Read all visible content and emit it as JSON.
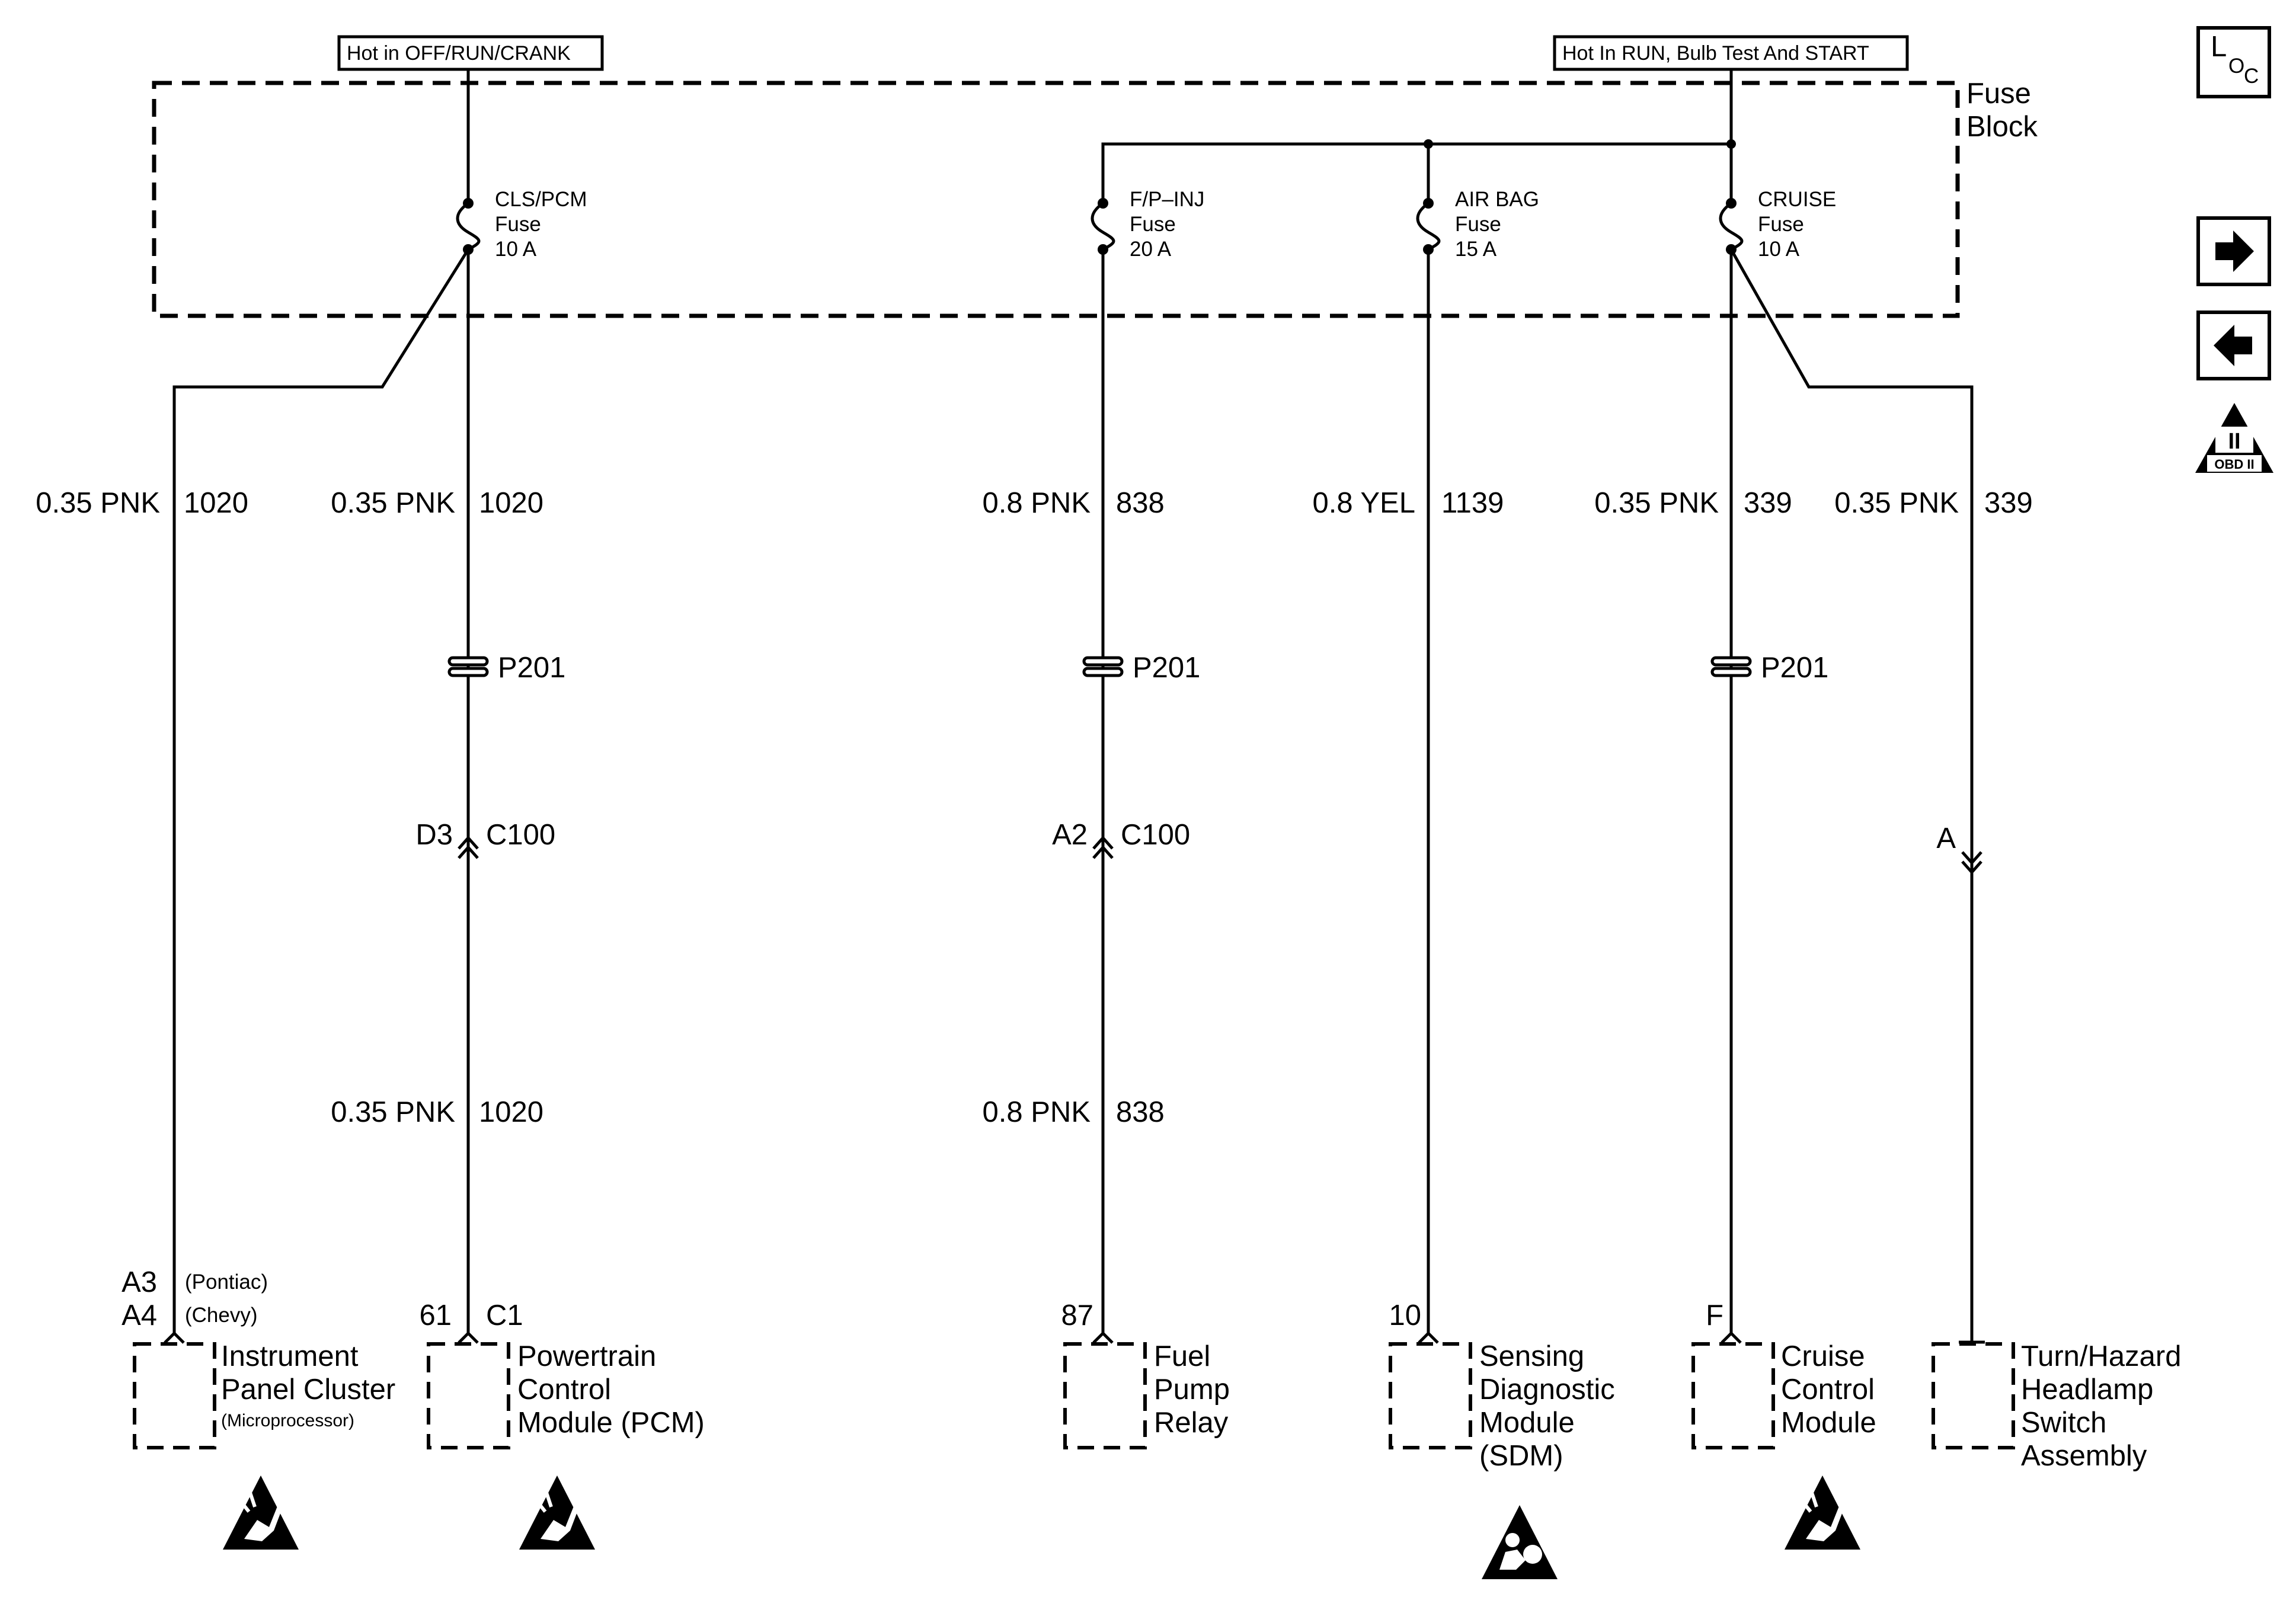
{
  "power": {
    "left": "Hot in OFF/RUN/CRANK",
    "right": "Hot In RUN, Bulb Test And START"
  },
  "fuse_block": {
    "line1": "Fuse",
    "line2": "Block"
  },
  "fuses": [
    {
      "name": "CLS/PCM",
      "word": "Fuse",
      "rating": "10 A"
    },
    {
      "name": "F/P–INJ",
      "word": "Fuse",
      "rating": "20 A"
    },
    {
      "name": "AIR BAG",
      "word": "Fuse",
      "rating": "15 A"
    },
    {
      "name": "CRUISE",
      "word": "Fuse",
      "rating": "10 A"
    }
  ],
  "wires": {
    "w1": {
      "gauge": "0.35 PNK",
      "circuit": "1020"
    },
    "w2": {
      "gauge": "0.35 PNK",
      "circuit": "1020"
    },
    "w3": {
      "gauge": "0.8 PNK",
      "circuit": "838"
    },
    "w4": {
      "gauge": "0.8 YEL",
      "circuit": "1139"
    },
    "w5": {
      "gauge": "0.35 PNK",
      "circuit": "339"
    },
    "w6": {
      "gauge": "0.35 PNK",
      "circuit": "339"
    },
    "w2b": {
      "gauge": "0.35 PNK",
      "circuit": "1020"
    },
    "w3b": {
      "gauge": "0.8 PNK",
      "circuit": "838"
    }
  },
  "splices": {
    "s1": "P201",
    "s2": "P201",
    "s3": "P201"
  },
  "connectors": {
    "c1": {
      "pin": "D3",
      "name": "C100"
    },
    "c2": {
      "pin": "A2",
      "name": "C100"
    },
    "c3": {
      "pin": "A"
    }
  },
  "pins": {
    "ipc": {
      "a3": "A3",
      "a3_note": "(Pontiac)",
      "a4": "A4",
      "a4_note": "(Chevy)"
    },
    "pcm": {
      "pin": "61",
      "conn": "C1"
    },
    "relay": {
      "pin": "87"
    },
    "sdm": {
      "pin": "10"
    },
    "cruise": {
      "pin": "F"
    }
  },
  "components": {
    "ipc": {
      "l1": "Instrument",
      "l2": "Panel Cluster",
      "l3": "(Microprocessor)"
    },
    "pcm": {
      "l1": "Powertrain",
      "l2": "Control",
      "l3": "Module (PCM)"
    },
    "relay": {
      "l1": "Fuel",
      "l2": "Pump",
      "l3": "Relay"
    },
    "sdm": {
      "l1": "Sensing",
      "l2": "Diagnostic",
      "l3": "Module",
      "l4": "(SDM)"
    },
    "cruise": {
      "l1": "Cruise",
      "l2": "Control",
      "l3": "Module"
    },
    "turn": {
      "l1": "Turn/Hazard",
      "l2": "Headlamp",
      "l3": "Switch",
      "l4": "Assembly"
    }
  },
  "nav": {
    "loc": {
      "l": "L",
      "o": "O",
      "c": "C"
    },
    "forward_icon": "arrow-right-icon",
    "back_icon": "arrow-left-icon",
    "obd": {
      "numeral": "II",
      "label": "OBD II"
    }
  },
  "warning_icons": [
    "esd-warning-icon",
    "esd-warning-icon",
    "airbag-warning-icon",
    "esd-warning-icon"
  ]
}
